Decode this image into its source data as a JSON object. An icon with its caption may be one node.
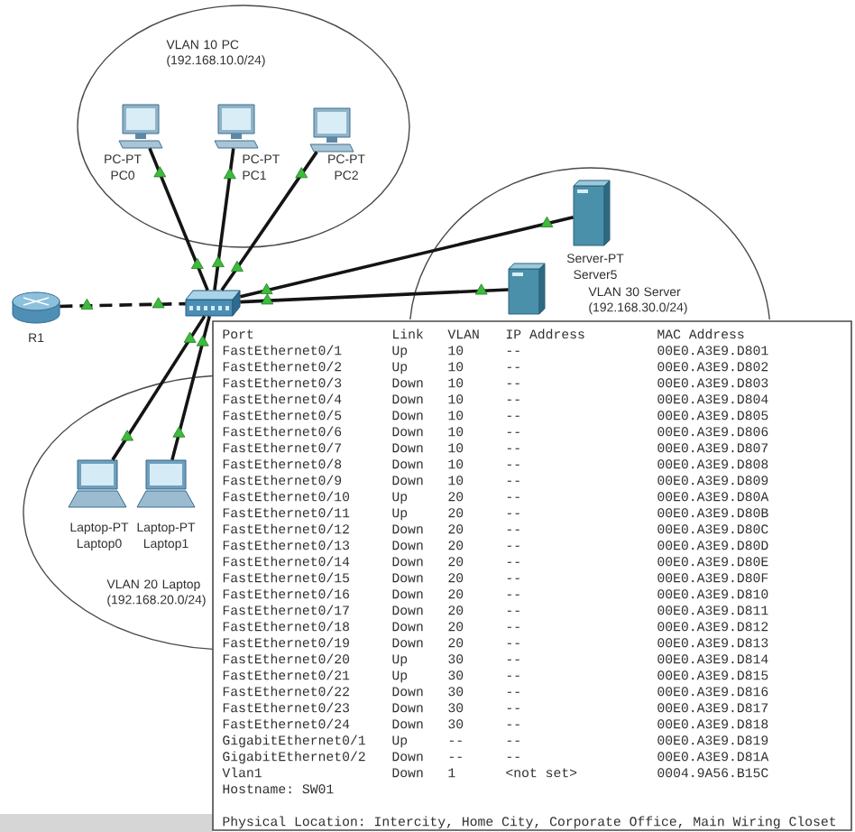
{
  "diagram": {
    "nodes": [
      {
        "text": [
          "VLAN 10 PC (192.168.10.0/24)"
        ]
      },
      {
        "text": [
          "PC-PT",
          "PC0"
        ],
        "in": 0
      },
      {
        "text": [
          "PC-PT",
          "PC1"
        ],
        "in": 0
      },
      {
        "text": [
          "PC-PT",
          "PC2"
        ],
        "in": 0
      },
      {
        "text": [
          "VLAN 30 Server (192.168.30.0/24)"
        ]
      },
      {
        "text": [
          "Server-PT",
          "Server5"
        ],
        "in": 4
      },
      {
        "text": [],
        "shape": "picture",
        "in": 4
      },
      {
        "text": [
          "R1"
        ]
      },
      {
        "text": [],
        "shape": "picture"
      },
      {
        "text": [
          "VLAN 20 Laptop (192.168.20.0/24)"
        ]
      },
      {
        "text": [
          "Laptop-PT",
          "Laptop0"
        ],
        "in": 9
      },
      {
        "text": [
          "Laptop-PT",
          "Laptop1"
        ],
        "in": 9
      }
    ],
    "edges": [
      {
        "from": 7,
        "to": 8,
        "arrow": "none",
        "style": "dashed"
      },
      {
        "from": 8,
        "to": 1,
        "arrow": "none"
      },
      {
        "from": 8,
        "to": 2,
        "arrow": "none"
      },
      {
        "from": 8,
        "to": 3,
        "arrow": "none"
      },
      {
        "from": 8,
        "to": 5,
        "arrow": "none"
      },
      {
        "from": 8,
        "to": 6,
        "arrow": "none"
      },
      {
        "from": 8,
        "to": 10,
        "arrow": "none"
      },
      {
        "from": 8,
        "to": 11,
        "arrow": "none"
      }
    ],
    "labels": [
      "Port",
      "Link",
      "VLAN",
      "IP Address",
      "MAC Address",
      "FastEthernet0/1",
      "Up",
      "10",
      "--",
      "00E0.A3E9.D801",
      "FastEthernet0/2",
      "Up",
      "10",
      "--",
      "00E0.A3E9.D802",
      "FastEthernet0/3",
      "Down",
      "10",
      "--",
      "00E0.A3E9.D803",
      "FastEthernet0/4",
      "Down",
      "10",
      "--",
      "00E0.A3E9.D804",
      "FastEthernet0/5",
      "Down",
      "10",
      "--",
      "00E0.A3E9.D805",
      "FastEthernet0/6",
      "Down",
      "10",
      "--",
      "00E0.A3E9.D806",
      "FastEthernet0/7",
      "Down",
      "10",
      "--",
      "00E0.A3E9.D807",
      "FastEthernet0/8",
      "Down",
      "10",
      "--",
      "00E0.A3E9.D808",
      "FastEthernet0/9",
      "Down",
      "10",
      "--",
      "00E0.A3E9.D809",
      "FastEthernet0/10",
      "Up",
      "20",
      "--",
      "00E0.A3E9.D80A",
      "FastEthernet0/11",
      "Up",
      "20",
      "--",
      "00E0.A3E9.D80B",
      "FastEthernet0/12",
      "Down",
      "20",
      "--",
      "00E0.A3E9.D80C",
      "FastEthernet0/13",
      "Down",
      "20",
      "--",
      "00E0.A3E9.D80D",
      "FastEthernet0/14",
      "Down",
      "20",
      "--",
      "00E0.A3E9.D80E",
      "FastEthernet0/15",
      "Down",
      "20",
      "--",
      "00E0.A3E9.D80F",
      "FastEthernet0/16",
      "Down",
      "20",
      "--",
      "00E0.A3E9.D810",
      "FastEthernet0/17",
      "Down",
      "20",
      "--",
      "00E0.A3E9.D811",
      "FastEthernet0/18",
      "Down",
      "20",
      "--",
      "00E0.A3E9.D812",
      "FastEthernet0/19",
      "Down",
      "20",
      "--",
      "00E0.A3E9.D813",
      "FastEthernet0/20",
      "Up",
      "30",
      "--",
      "00E0.A3E9.D814",
      "FastEthernet0/21",
      "Up",
      "30",
      "--",
      "00E0.A3E9.D815",
      "FastEthernet0/22",
      "Down",
      "30",
      "--",
      "00E0.A3E9.D816",
      "FastEthernet0/23",
      "Down",
      "30",
      "--",
      "00E0.A3E9.D817",
      "FastEthernet0/24",
      "Down",
      "30",
      "--",
      "00E0.A3E9.D818",
      "GigabitEthernet0/1",
      "Up",
      "--",
      "--",
      "00E0.A3E9.D819",
      "GigabitEthernet0/2",
      "Down",
      "--",
      "--",
      "00E0.A3E9.D81A",
      "Vlan1",
      "Down",
      "1",
      "<not set>",
      "0004.9A56.B15C",
      "Hostname: SW01",
      "Physical Location: Intercity, Home City, Corporate Office, Main Wiring Closet"
    ]
  }
}
